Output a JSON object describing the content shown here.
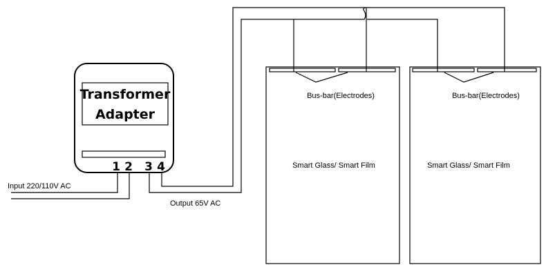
{
  "transformer": {
    "title_line1": "Transformer",
    "title_line2": "Adapter",
    "terminal_1": "1",
    "terminal_2": "2",
    "terminal_3": "3",
    "terminal_4": "4"
  },
  "labels": {
    "input": "Input 220/110V AC",
    "output": "Output 65V AC"
  },
  "panels": [
    {
      "busbar_label": "Bus-bar(Electrodes)",
      "panel_label": "Smart Glass/ Smart Film"
    },
    {
      "busbar_label": "Bus-bar(Electrodes)",
      "panel_label": "Smart Glass/ Smart Film"
    }
  ]
}
